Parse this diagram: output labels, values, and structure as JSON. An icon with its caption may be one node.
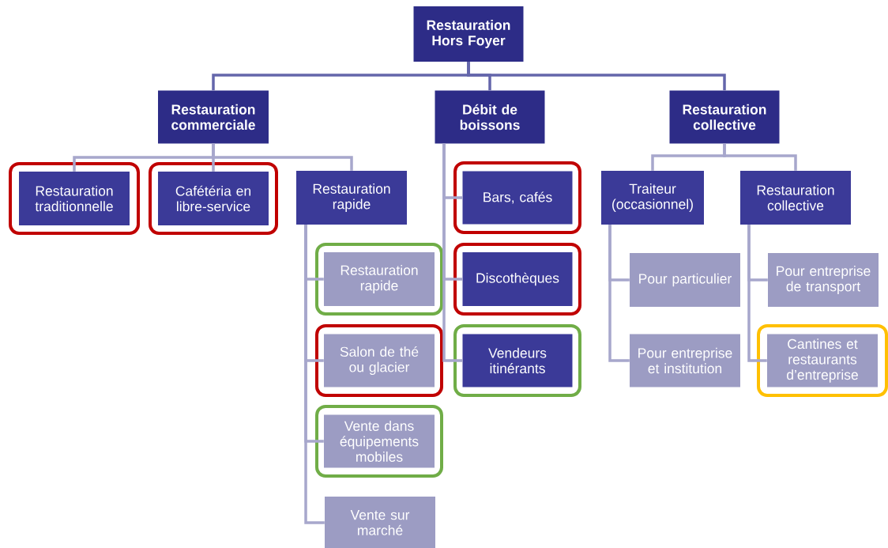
{
  "diagram": {
    "nodes": [
      {
        "text": [
          "Restauration Hors Foyer"
        ]
      },
      {
        "text": [
          "Restauration commerciale"
        ]
      },
      {
        "text": [
          "Débit de boissons"
        ]
      },
      {
        "text": [
          "Restauration collective"
        ]
      },
      {
        "text": [],
        "shape": "box"
      },
      {
        "text": [
          "Restauration traditionnelle"
        ],
        "in": 4
      },
      {
        "text": [],
        "shape": "box"
      },
      {
        "text": [
          "Cafétéria en libre-service"
        ],
        "in": 6
      },
      {
        "text": [
          "Restauration rapide"
        ]
      },
      {
        "text": [],
        "shape": "box"
      },
      {
        "text": [
          "Bars, cafés"
        ],
        "in": 9
      },
      {
        "text": [
          "Traiteur (occasionnel)"
        ]
      },
      {
        "text": [
          "Restauration collective"
        ]
      },
      {
        "text": [],
        "shape": "box"
      },
      {
        "text": [
          "Restauration rapide"
        ],
        "in": 13
      },
      {
        "text": [],
        "shape": "box"
      },
      {
        "text": [
          "Discothèques"
        ],
        "in": 15
      },
      {
        "text": [
          "Pour particulier"
        ]
      },
      {
        "text": [
          "Pour entreprise de transport"
        ]
      },
      {
        "text": [],
        "shape": "box"
      },
      {
        "text": [
          "Salon de thé ou glacier"
        ],
        "in": 19
      },
      {
        "text": [],
        "shape": "box"
      },
      {
        "text": [
          "Vendeurs itinérants"
        ],
        "in": 21
      },
      {
        "text": [
          "Pour entreprise et institution"
        ]
      },
      {
        "text": [],
        "shape": "box"
      },
      {
        "text": [
          "Cantines et restaurants d’entreprise"
        ],
        "in": 24
      },
      {
        "text": [],
        "shape": "box"
      },
      {
        "text": [
          "Vente dans équipements mobiles"
        ],
        "in": 26
      },
      {
        "text": [
          "Vente sur marché"
        ]
      }
    ],
    "edges": [
      {
        "from": 0,
        "to": 1,
        "arrow": "none",
        "color": "#6466ab"
      },
      {
        "from": 0,
        "to": 2,
        "arrow": "none",
        "color": "#6466ab"
      },
      {
        "from": 0,
        "to": 3,
        "arrow": "none",
        "color": "#6466ab"
      },
      {
        "from": 1,
        "to": 5,
        "arrow": "none"
      },
      {
        "from": 1,
        "to": 7,
        "arrow": "none"
      },
      {
        "from": 1,
        "to": 8,
        "arrow": "none"
      },
      {
        "from": 2,
        "to": 10,
        "arrow": "none"
      },
      {
        "from": 2,
        "to": 16,
        "arrow": "none"
      },
      {
        "from": 2,
        "to": 22,
        "arrow": "none"
      },
      {
        "from": 3,
        "to": 11,
        "arrow": "none"
      },
      {
        "from": 3,
        "to": 12,
        "arrow": "none"
      },
      {
        "from": 8,
        "to": 14,
        "arrow": "none"
      },
      {
        "from": 8,
        "to": 20,
        "arrow": "none"
      },
      {
        "from": 8,
        "to": 27,
        "arrow": "none"
      },
      {
        "from": 8,
        "to": 28,
        "arrow": "none"
      },
      {
        "from": 11,
        "to": 17,
        "arrow": "none"
      },
      {
        "from": 11,
        "to": 23,
        "arrow": "none"
      },
      {
        "from": 12,
        "to": 18,
        "arrow": "none"
      },
      {
        "from": 12,
        "to": 25,
        "arrow": "none"
      }
    ]
  }
}
